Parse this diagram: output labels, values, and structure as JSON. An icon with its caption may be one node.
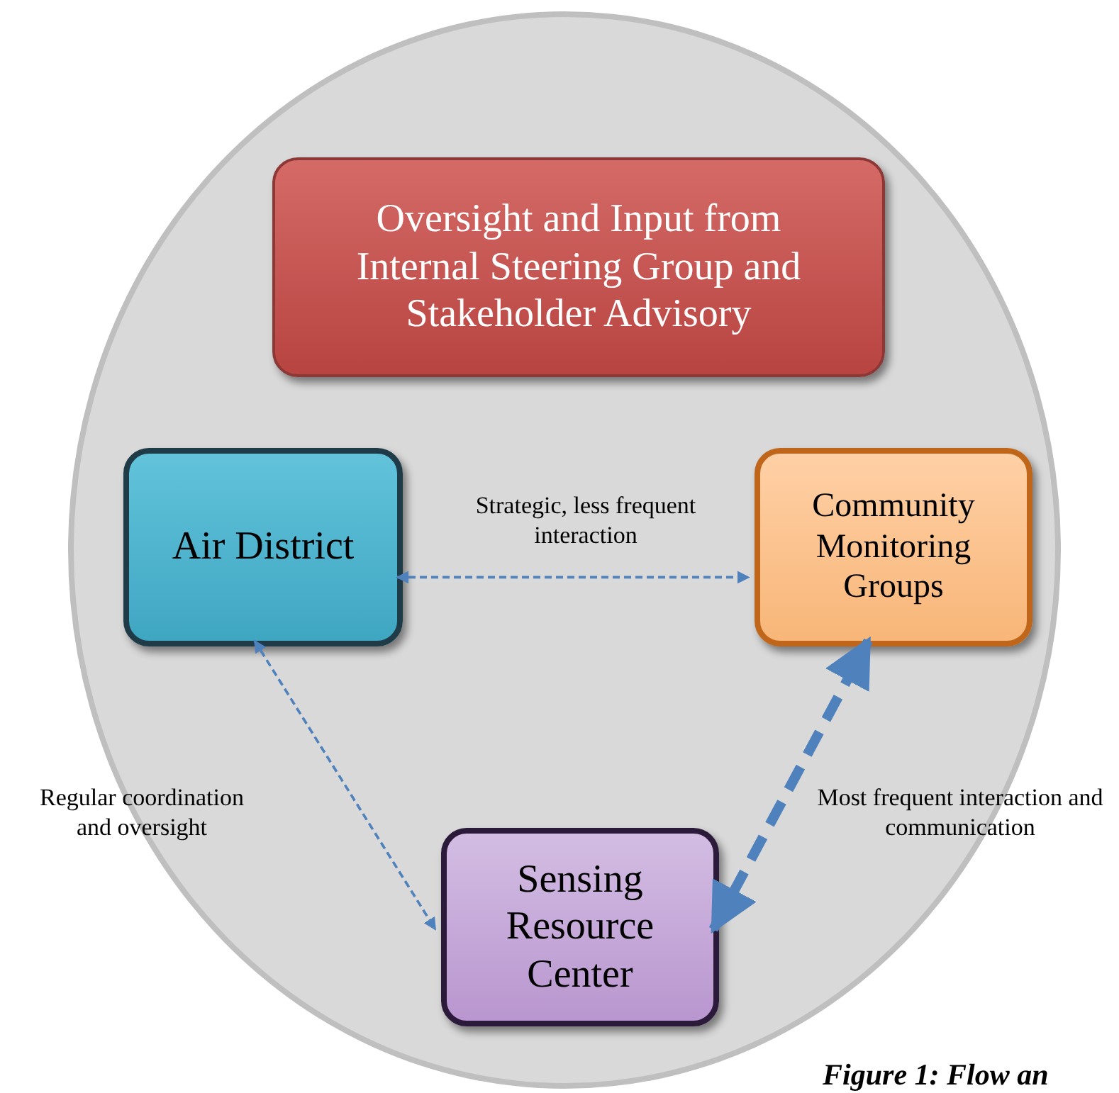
{
  "diagram": {
    "caption": "Figure 1: Flow an",
    "nodes": [
      {
        "text": [],
        "shape": "circle"
      },
      {
        "text": [
          "Oversight and Input from Internal Steering Group and Stakeholder Advisory"
        ],
        "in": 0
      },
      {
        "text": [
          "Air District"
        ],
        "in": 0
      },
      {
        "text": [
          "Community Monitoring Groups"
        ],
        "in": 0
      },
      {
        "text": [
          "Sensing Resource Center"
        ],
        "in": 0
      }
    ],
    "edges": [
      {
        "from": 2,
        "to": 3,
        "arrow": "both",
        "label": "Strategic, less frequent interaction",
        "style": "dashed"
      },
      {
        "from": 2,
        "to": 4,
        "arrow": "both",
        "label": "Regular coordination and oversight",
        "style": "dashed"
      },
      {
        "from": 4,
        "to": 3,
        "arrow": "both",
        "label": "Most frequent interaction and communication",
        "style": "dashed"
      }
    ]
  }
}
